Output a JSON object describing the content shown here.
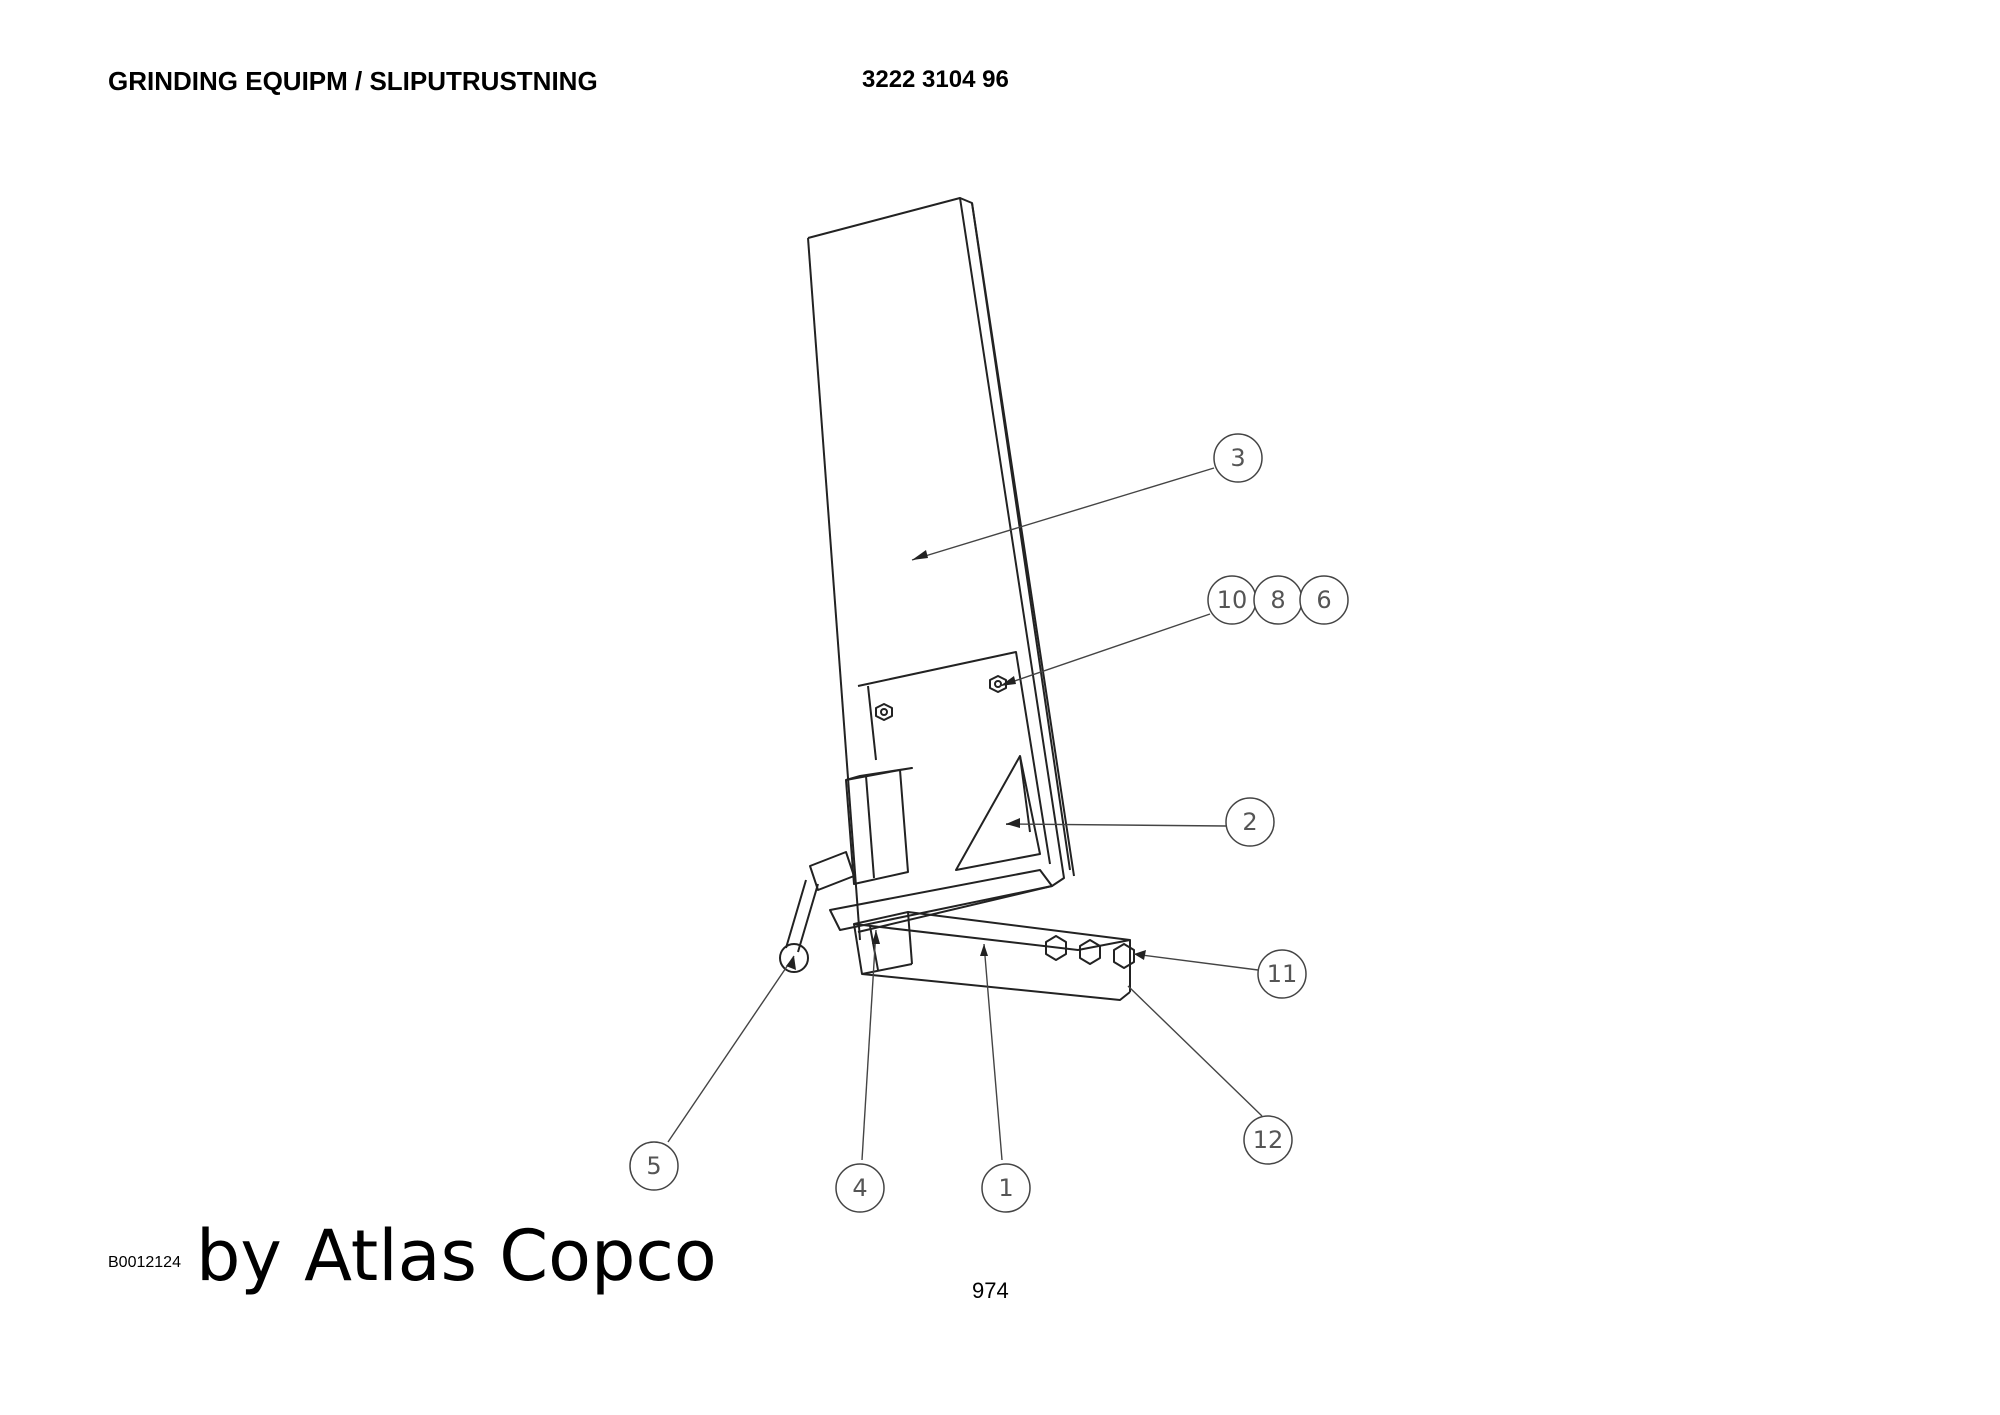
{
  "header": {
    "title": "GRINDING EQUIPM / SLIPUTRUSTNING",
    "part_number": "3222 3104 96"
  },
  "footer": {
    "doc_id": "B0012124",
    "brand": "by Atlas Copco",
    "page_number": "974"
  },
  "callouts": {
    "c1": "1",
    "c2": "2",
    "c3": "3",
    "c4": "4",
    "c5": "5",
    "c6": "6",
    "c8": "8",
    "c10": "10",
    "c11": "11",
    "c12": "12"
  }
}
